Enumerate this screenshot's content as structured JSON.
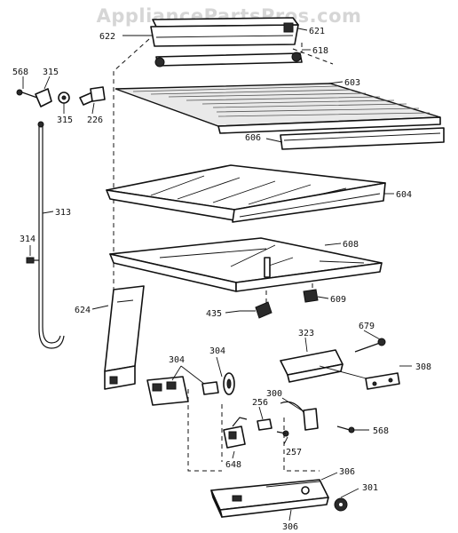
{
  "watermark": "AppliancePartsPros.com",
  "labels": {
    "p622": "622",
    "p621": "621",
    "p618": "618",
    "p603": "603",
    "p606": "606",
    "p568a": "568",
    "p315a": "315",
    "p315b": "315",
    "p226": "226",
    "p313": "313",
    "p314": "314",
    "p604": "604",
    "p608": "608",
    "p609": "609",
    "p435": "435",
    "p624": "624",
    "p679": "679",
    "p323": "323",
    "p308": "308",
    "p304a": "304",
    "p304b": "304",
    "p256": "256",
    "p300": "300",
    "p568b": "568",
    "p257": "257",
    "p648": "648",
    "p306a": "306",
    "p301": "301",
    "p306b": "306"
  }
}
